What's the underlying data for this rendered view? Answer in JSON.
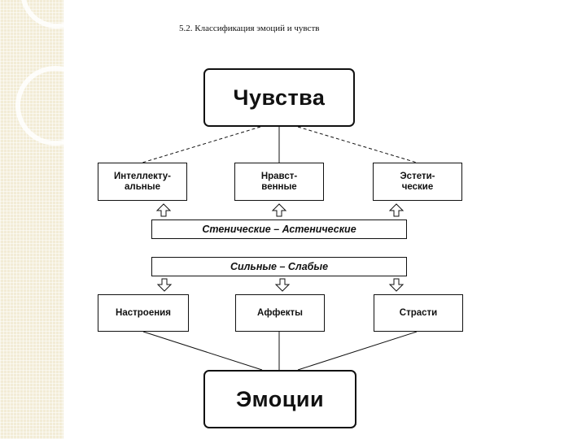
{
  "caption": "5.2. Классификация эмоций и чувств",
  "top_node": "Чувства",
  "bottom_node": "Эмоции",
  "feelings_types": [
    "Интеллекту-\nальные",
    "Нравст-\nвенные",
    "Эстети-\nческие"
  ],
  "emotion_types": [
    "Настроения",
    "Аффекты",
    "Страсти"
  ],
  "bar_upper": "Стенические – Астенические",
  "bar_lower": "Сильные – Слабые",
  "colors": {
    "side_panel": "#f2ecd6",
    "line": "#111111"
  }
}
